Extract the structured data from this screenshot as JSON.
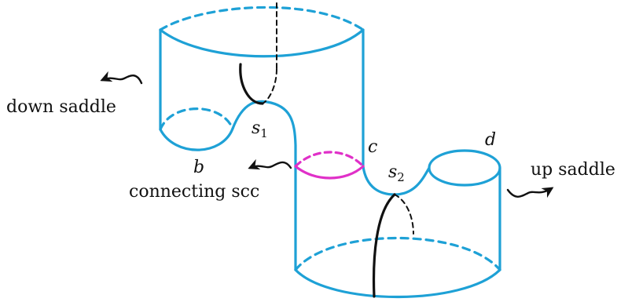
{
  "colors": {
    "surface": "#1ea1d6",
    "curve": "#111111",
    "connecting_scc": "#e030c8",
    "background": "#ffffff"
  },
  "labels": {
    "down_saddle": "down saddle",
    "connecting_scc": "connecting scc",
    "up_saddle": "up saddle",
    "s1_base": "s",
    "s1_sub": "1",
    "s2_base": "s",
    "s2_sub": "2",
    "b": "b",
    "c": "c",
    "d": "d"
  },
  "icons": [
    "squiggle-arrow-icon",
    "squiggle-arrow-icon",
    "squiggle-arrow-icon"
  ]
}
